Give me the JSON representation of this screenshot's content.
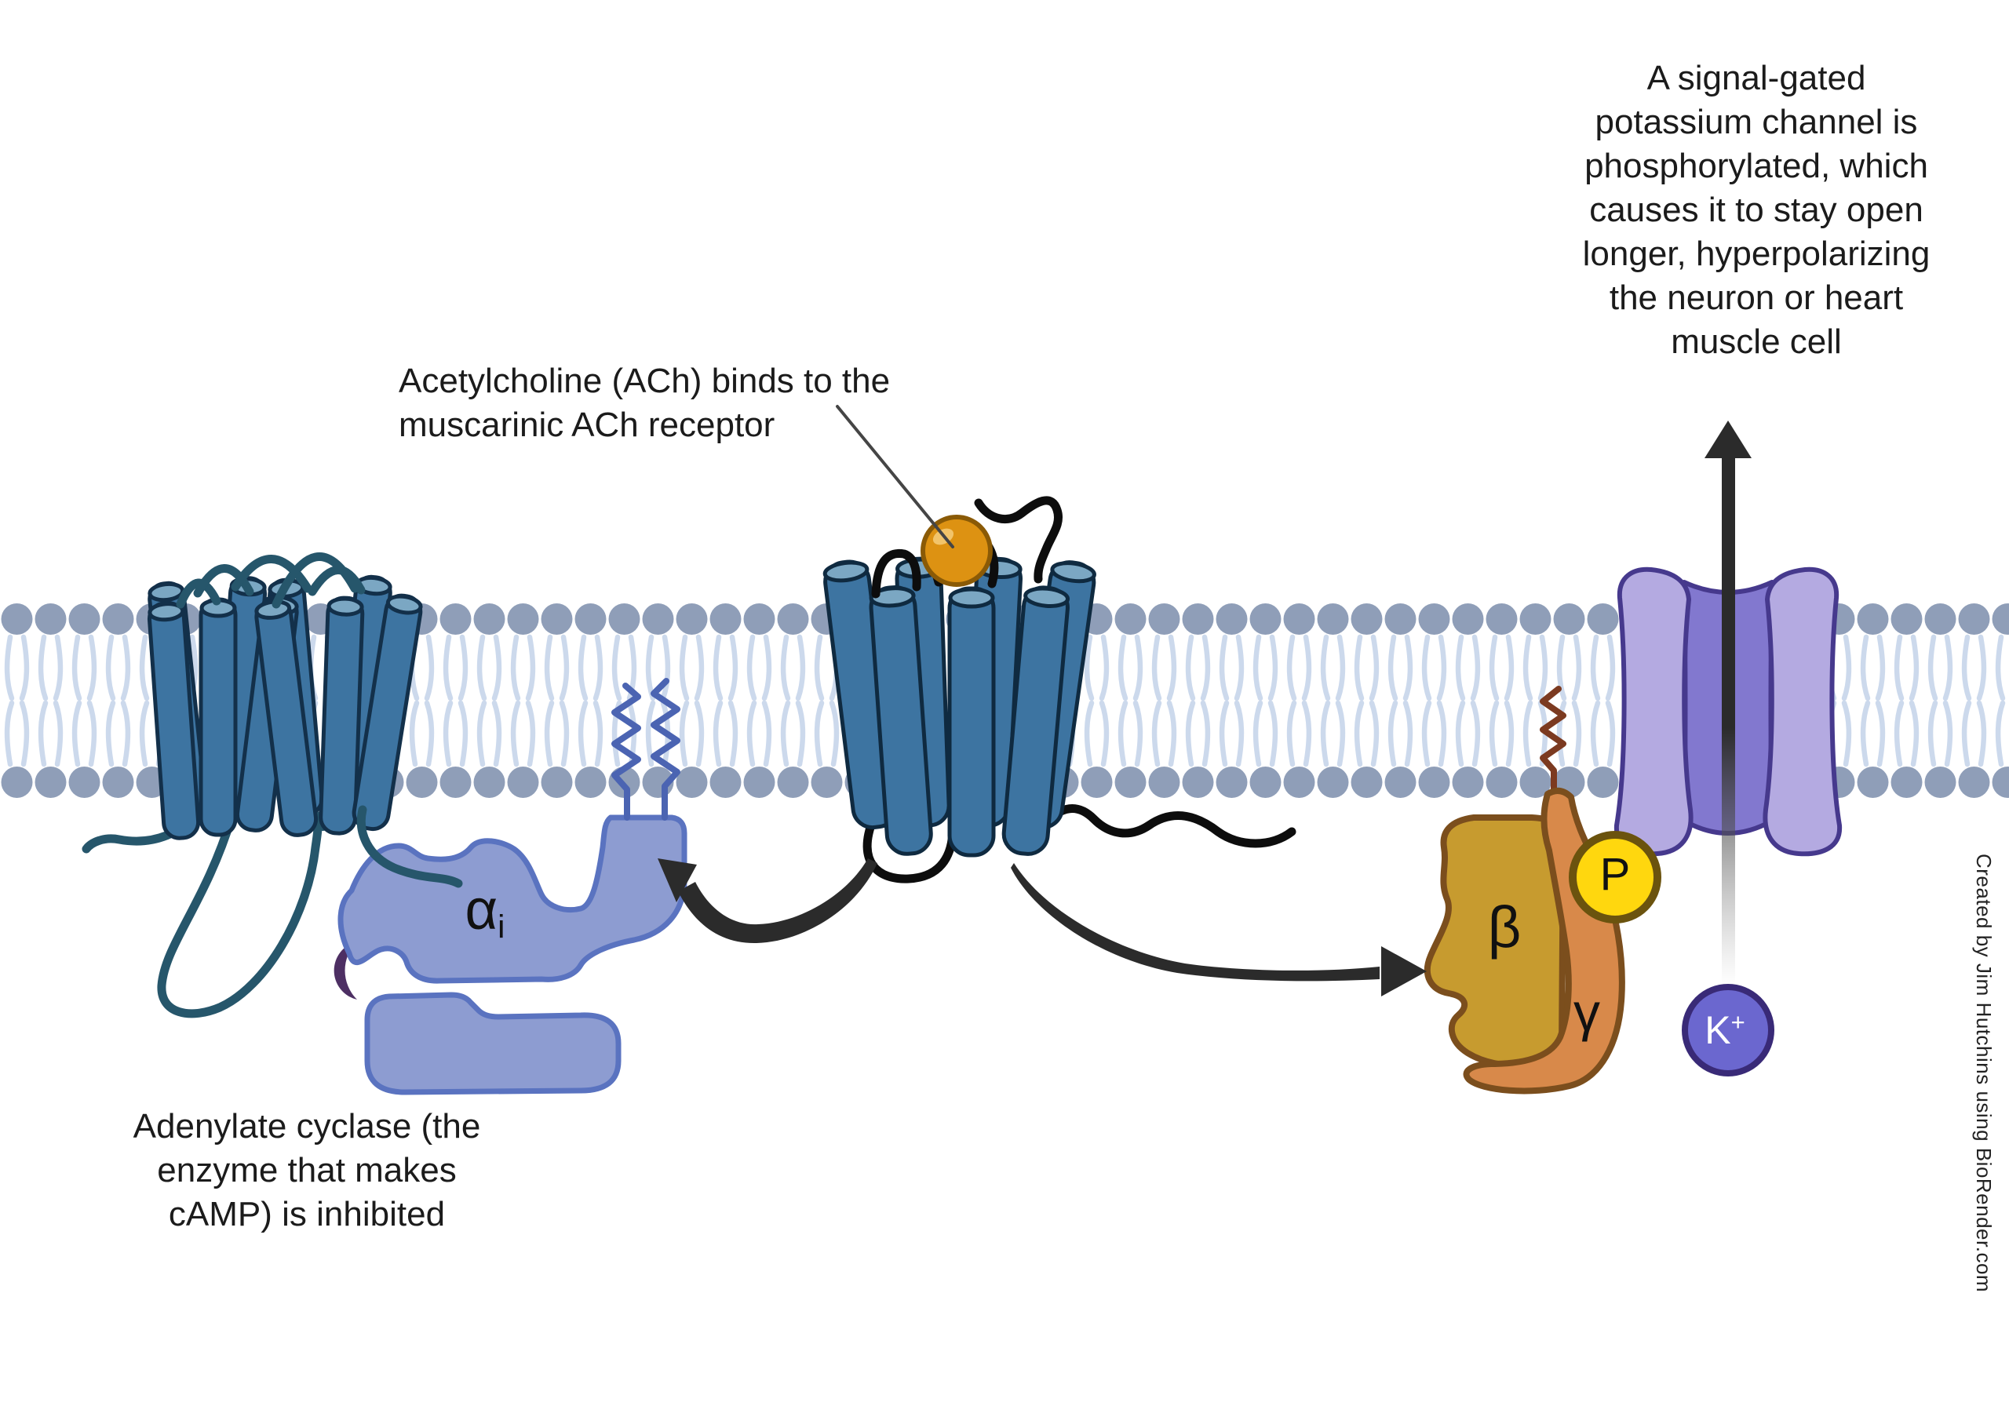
{
  "annotations": {
    "ach_binding": "Acetylcholine (ACh) binds to the\nmuscarinic ACh receptor",
    "k_channel": "A signal-gated\npotassium channel is\nphosphorylated, which\ncauses it to stay open\nlonger, hyperpolarizing\nthe neuron or heart\nmuscle cell",
    "adenylate_cyclase": "Adenylate cyclase (the\nenzyme that makes\ncAMP) is inhibited",
    "credit": "Created by Jim Hutchins using BioRender.com"
  },
  "labels": {
    "g_alpha": {
      "main": "α",
      "sub": "i"
    },
    "g_beta": "β",
    "g_gamma": "γ",
    "phosphate": "P",
    "potassium": {
      "main": "K",
      "sup": "+"
    }
  },
  "colors": {
    "membrane_head": "#8f9eb8",
    "membrane_tail": "#ccd9ec",
    "protein_blue": "#3d74a1",
    "protein_blue_light": "#7ba7c3",
    "teal_loop": "#26566b",
    "receptor_loop": "#0d0d0d",
    "ach_orange": "#dd9212",
    "ach_highlight": "#f2c46a",
    "alpha_blue": "#8d9cd1",
    "alpha_outline": "#5a73c0",
    "alpha_anchor": "#4b64b2",
    "crescent_purple": "#4d2f63",
    "beta_gold": "#c79b2f",
    "gamma_orange": "#d8894a",
    "subunit_outline": "#7b4e1d",
    "gamma_anchor": "#7c3a20",
    "phosphate_yellow": "#ffd70e",
    "channel_purple": "#b4aae1",
    "channel_pore": "#8278cf",
    "channel_outline": "#46398d",
    "potassium_blue": "#6b67cf",
    "arrow_dark": "#2b2b2b"
  }
}
